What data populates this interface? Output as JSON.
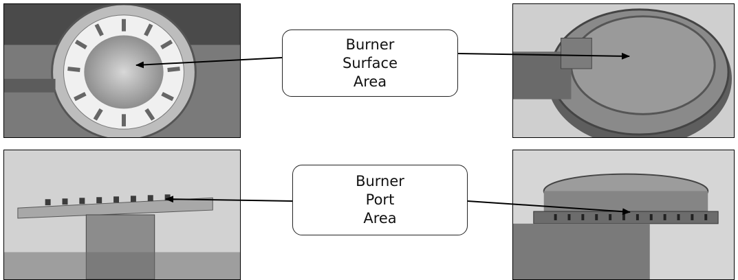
{
  "callouts": {
    "surface": {
      "lines": [
        "Burner",
        "Surface",
        "Area"
      ]
    },
    "port": {
      "lines": [
        "Burner",
        "Port",
        "Area"
      ]
    }
  },
  "photos": [
    {
      "id": "photo-sealed-burner-top",
      "subject": "sealed burner cap, top view"
    },
    {
      "id": "photo-cast-burner-top",
      "subject": "cast iron burner, top view"
    },
    {
      "id": "photo-sealed-burner-side",
      "subject": "sealed burner, side view"
    },
    {
      "id": "photo-cast-burner-side",
      "subject": "cast iron burner, side view"
    }
  ],
  "colors": {
    "frame": "#000000",
    "arrow": "#000000",
    "text": "#111111"
  }
}
